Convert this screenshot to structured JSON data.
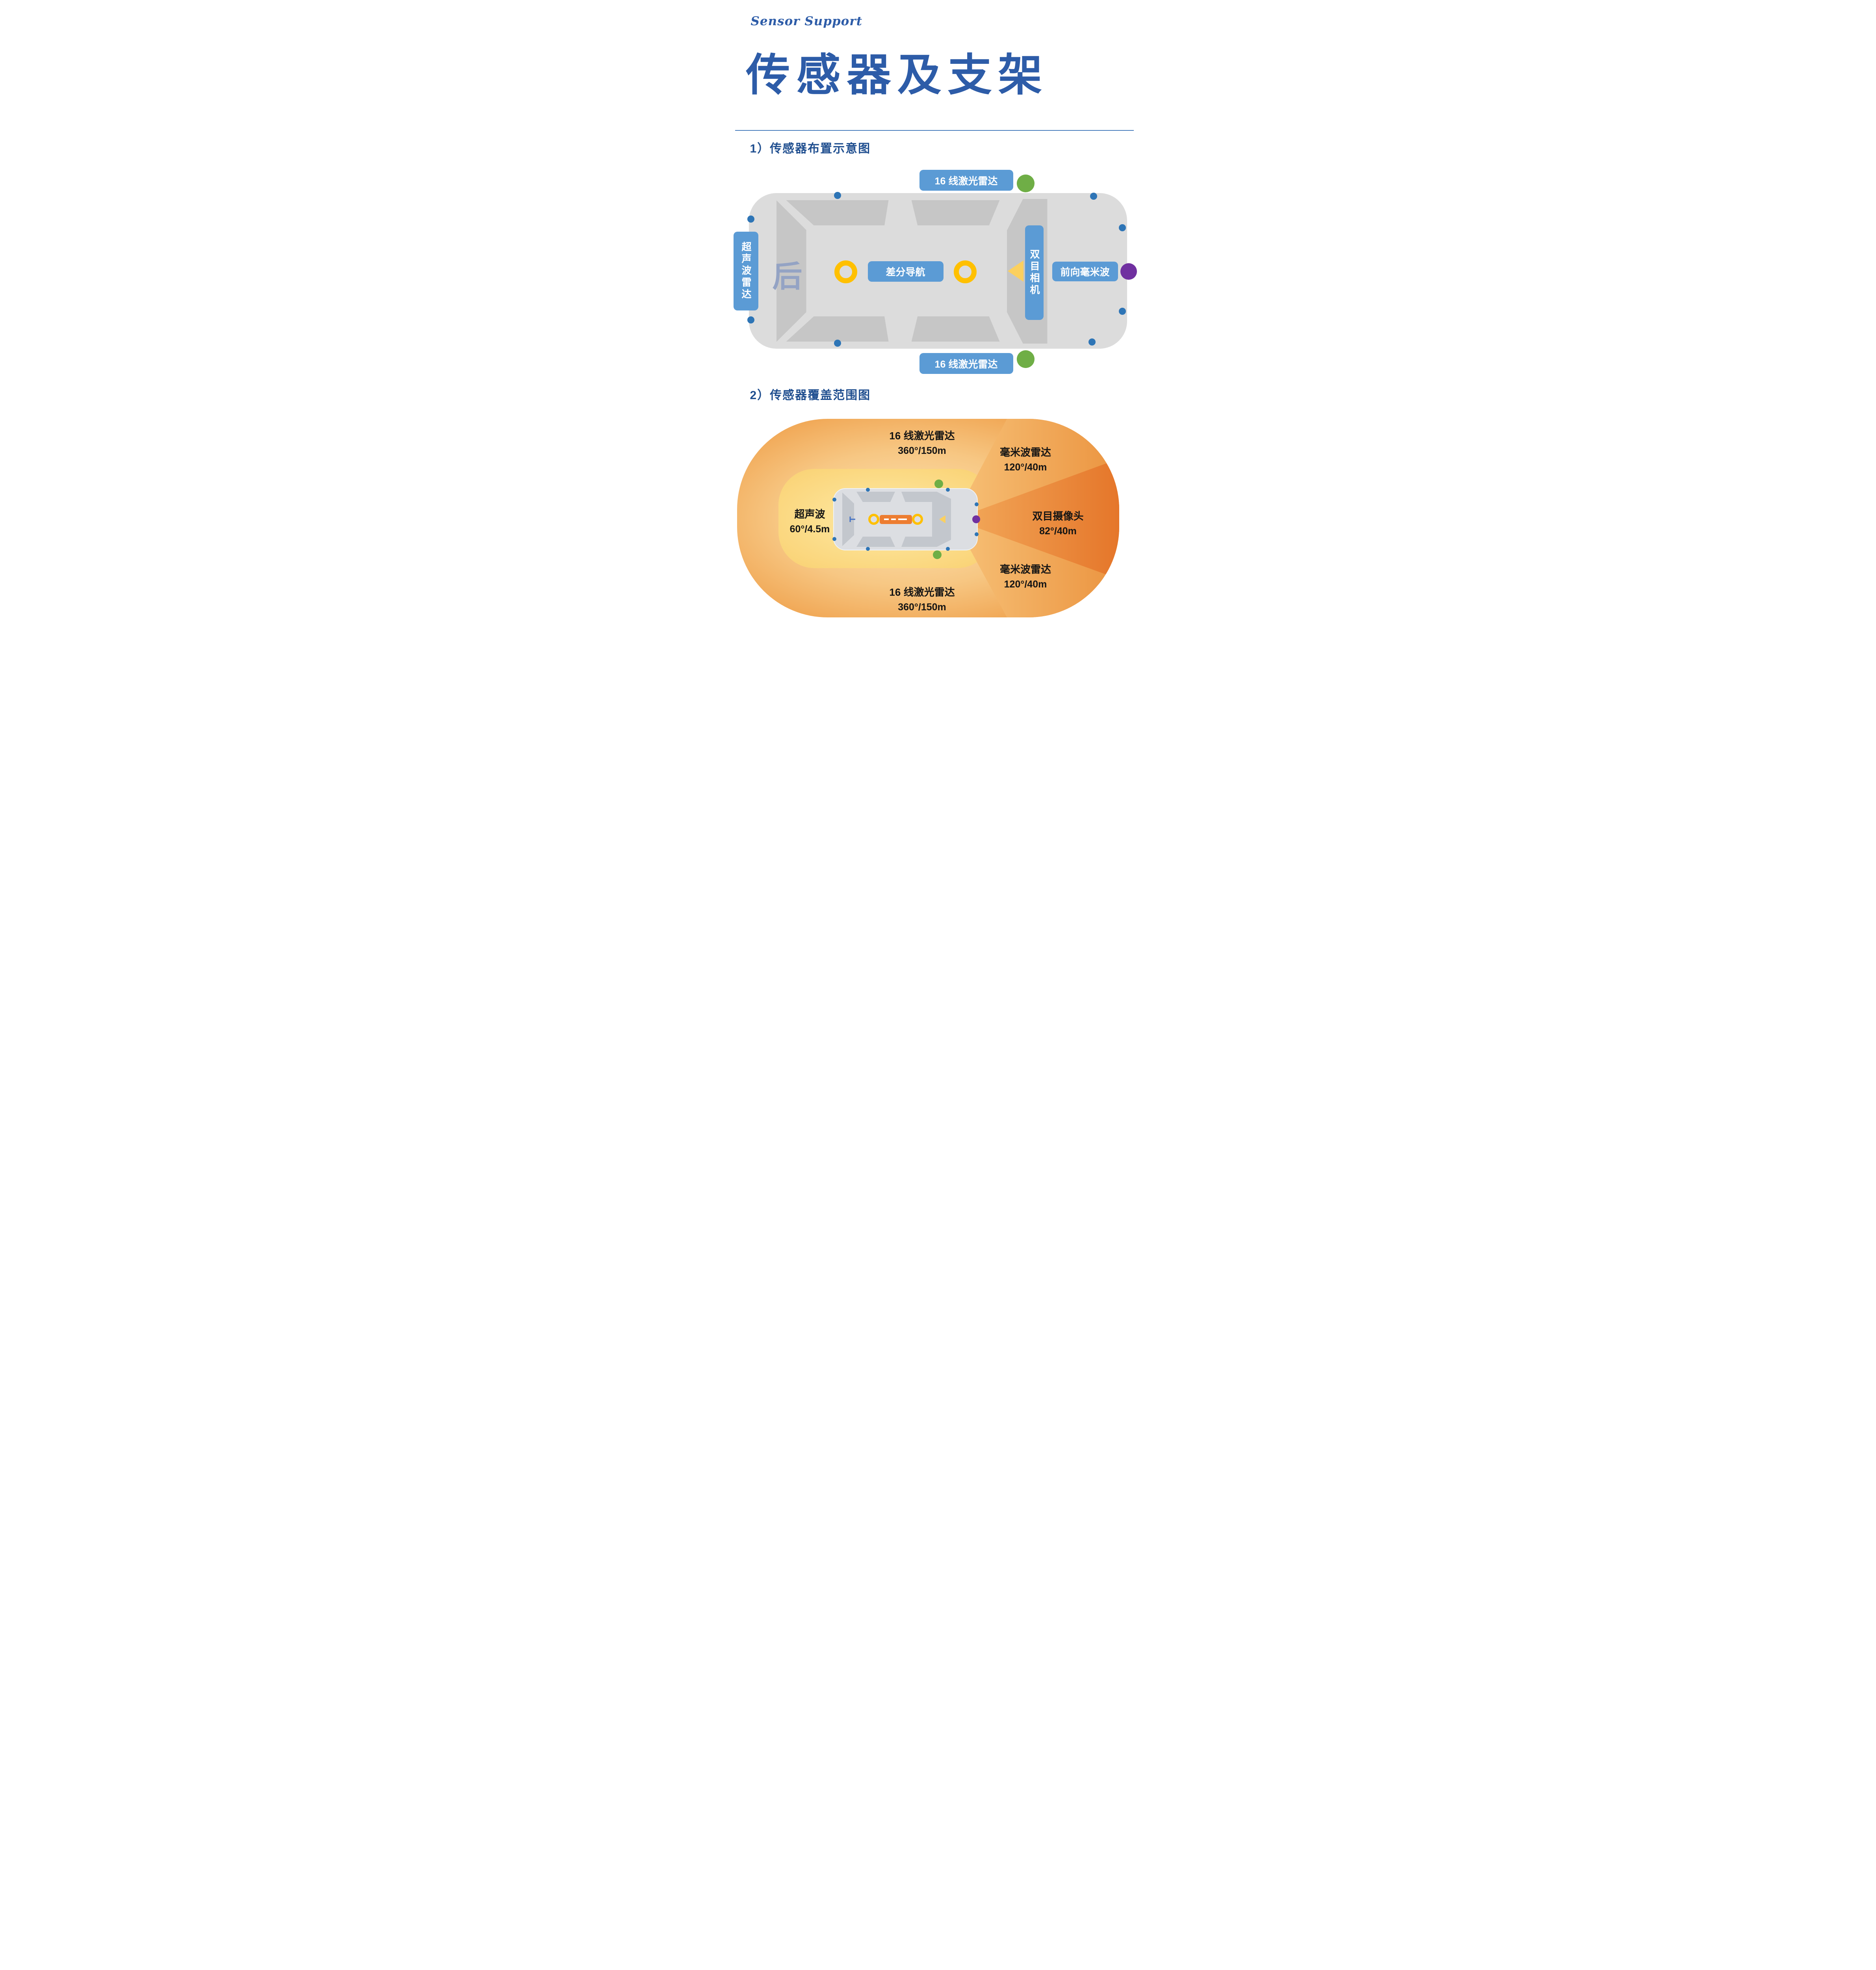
{
  "page": {
    "brand": "Sensor Support",
    "title": "传感器及支架",
    "section1_heading": "1）传感器布置示意图",
    "section2_heading": "2）传感器覆盖范围图"
  },
  "layout_diagram": {
    "lidar_top": "16 线激光雷达",
    "lidar_bottom": "16 线激光雷达",
    "ultrasonic": "超声波雷达",
    "rear_marker": "后",
    "diff_nav": "差分导航",
    "binocular": "双目相机",
    "front_mmwave": "前向毫米波"
  },
  "coverage_diagram": {
    "lidar_top": {
      "name": "16 线激光雷达",
      "spec": "360°/150m"
    },
    "mmwave_top": {
      "name": "毫米波雷达",
      "spec": "120°/40m"
    },
    "binocular": {
      "name": "双目摄像头",
      "spec": "82°/40m"
    },
    "mmwave_bottom": {
      "name": "毫米波雷达",
      "spec": "120°/40m"
    },
    "ultrasonic": {
      "name": "超声波",
      "spec": "60°/4.5m"
    },
    "lidar_bottom": {
      "name": "16 线激光雷达",
      "spec": "360°/150m"
    }
  },
  "colors": {
    "title_blue": "#2d5ca8",
    "label_blue": "#5b9bd5",
    "sensor_dot_blue": "#2e75b6",
    "lidar_green": "#6fae46",
    "mmwave_purple": "#7030a0",
    "antenna_yellow": "#ffc000",
    "camera_cone_orange": "#e5762a"
  }
}
